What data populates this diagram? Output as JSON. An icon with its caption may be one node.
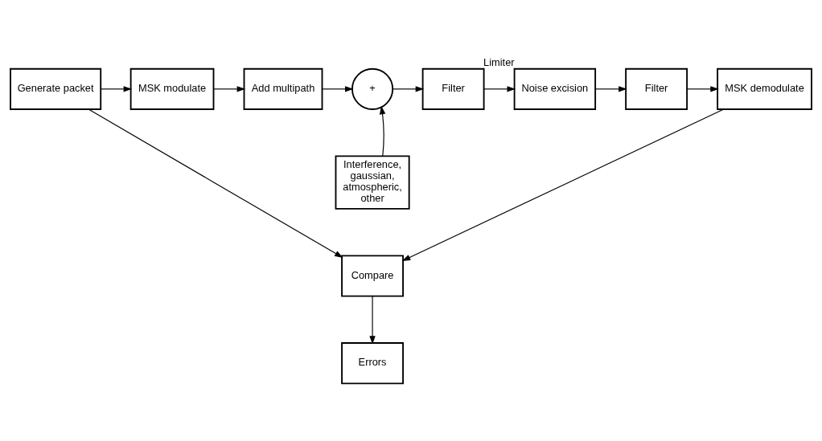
{
  "diagram": {
    "nodes": [
      {
        "text": [
          "Generate packet"
        ]
      },
      {
        "text": [
          "MSK modulate"
        ]
      },
      {
        "text": [
          "Add multipath"
        ]
      },
      {
        "text": [
          "+"
        ]
      },
      {
        "text": [
          "Filter"
        ]
      },
      {
        "text": [
          "Noise excision"
        ],
        "beside": [
          "Limiter"
        ]
      },
      {
        "text": [
          "Filter"
        ]
      },
      {
        "text": [
          "MSK demodulate"
        ]
      },
      {
        "text": [
          "Interference, gaussian, atmospheric, other"
        ]
      },
      {
        "text": [
          "Compare"
        ]
      },
      {
        "text": [
          "Errors"
        ]
      }
    ],
    "edges": [
      {
        "from": 0,
        "to": 1,
        "arrow": "to"
      },
      {
        "from": 1,
        "to": 2,
        "arrow": "to"
      },
      {
        "from": 2,
        "to": 3,
        "arrow": "to"
      },
      {
        "from": 8,
        "to": 3,
        "arrow": "to"
      },
      {
        "from": 3,
        "to": 4,
        "arrow": "to"
      },
      {
        "from": 4,
        "to": 5,
        "arrow": "to"
      },
      {
        "from": 5,
        "to": 6,
        "arrow": "to"
      },
      {
        "from": 6,
        "to": 7,
        "arrow": "to"
      },
      {
        "from": 0,
        "to": 9,
        "arrow": "to"
      },
      {
        "from": 7,
        "to": 9,
        "arrow": "to"
      },
      {
        "from": 9,
        "to": 10,
        "arrow": "to"
      }
    ]
  }
}
